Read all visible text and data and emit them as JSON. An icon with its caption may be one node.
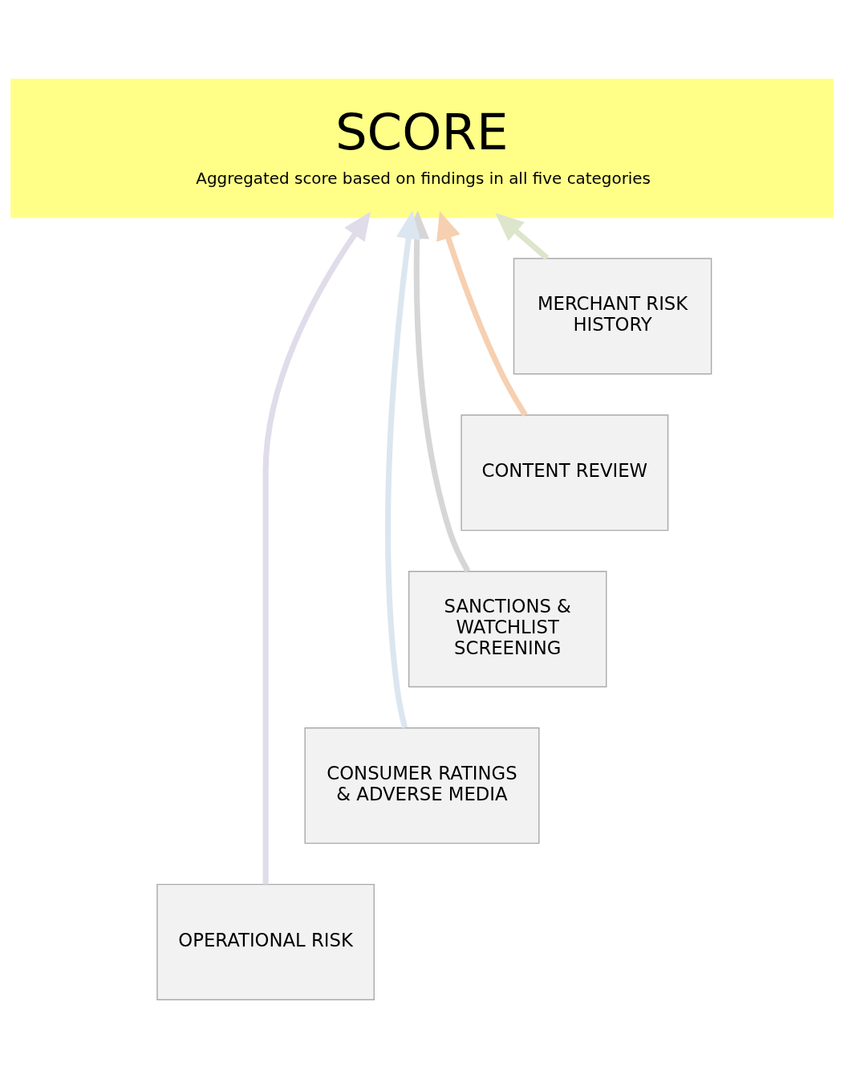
{
  "diagram": {
    "nodes": [
      {
        "text": [
          "SCORE",
          "Aggregated score based on findings in all five categories"
        ]
      },
      {
        "text": [
          "MERCHANT RISK HISTORY"
        ]
      },
      {
        "text": [
          "CONTENT REVIEW"
        ]
      },
      {
        "text": [
          "SANCTIONS & WATCHLIST SCREENING"
        ]
      },
      {
        "text": [
          "CONSUMER RATINGS & ADVERSE MEDIA"
        ]
      },
      {
        "text": [
          "OPERATIONAL RISK"
        ]
      }
    ],
    "edges": [
      {
        "from": 1,
        "to": 0,
        "arrow": "to",
        "color": "#dde5cc"
      },
      {
        "from": 2,
        "to": 0,
        "arrow": "to",
        "color": "#f6d0b0"
      },
      {
        "from": 3,
        "to": 0,
        "arrow": "to",
        "color": "#d6d6d6"
      },
      {
        "from": 4,
        "to": 0,
        "arrow": "to",
        "color": "#dbe6f0"
      },
      {
        "from": 5,
        "to": 0,
        "arrow": "to",
        "color": "#e0dcea"
      }
    ]
  }
}
